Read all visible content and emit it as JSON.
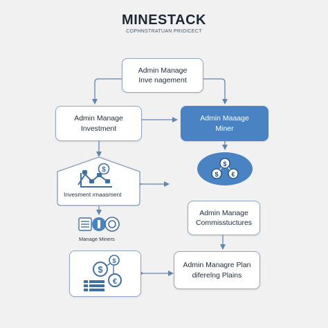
{
  "header": {
    "title": "MINESTACK",
    "subtitle": "COPHNSTRATUAN PRIOICECT"
  },
  "nodes": {
    "top": {
      "line1": "Admin Manage",
      "line2": "Inve nagement"
    },
    "left_mid": {
      "line1": "Admin Manage",
      "line2": "Investment"
    },
    "right_mid": {
      "line1": "Admin Maaage",
      "line2": "Miner"
    },
    "house": {
      "label": "Invesment ımaasment"
    },
    "right_comm": {
      "line1": "Admin Manage",
      "line2": "Commisstuctures"
    },
    "manage_miners": {
      "label": "Manage Miners"
    },
    "bottom_right": {
      "line1": "Admin Managre Plan",
      "line2": "diferelng Plains"
    }
  },
  "colors": {
    "accent": "#4a83c4",
    "border": "#8fa6c4",
    "arrow": "#5b86b8",
    "icon": "#3d6fa8"
  },
  "icons": [
    "network-chart-icon",
    "dollar-coin-icon",
    "euro-coin-icon",
    "server-stack-icon",
    "circle-coin-icon",
    "list-icon"
  ]
}
